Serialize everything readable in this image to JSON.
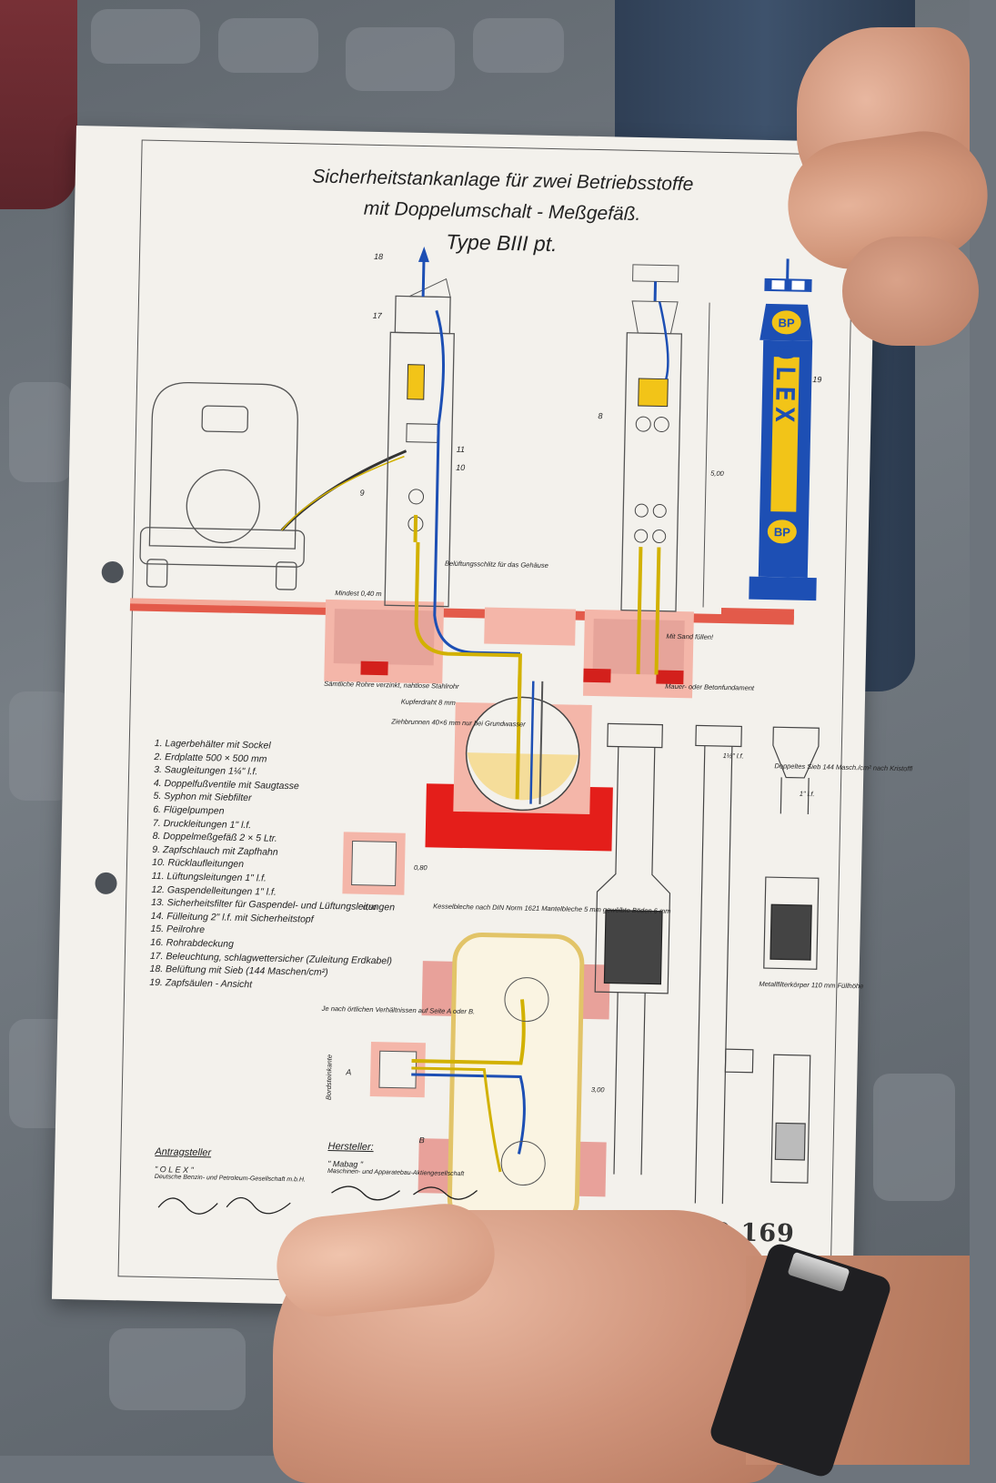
{
  "sheet": {
    "title_line1": "Sicherheitstankanlage für zwei Betriebsstoffe",
    "title_line2": "mit Doppelumschalt - Meßgefäß.",
    "title_line3": "Type BIII pt.",
    "serial_number": "R 70 169"
  },
  "pump_sign": {
    "brand_top": "BP",
    "brand_main": "OLEX",
    "brand_bottom": "BP",
    "colors": {
      "column": "#1d4fb4",
      "panel": "#f2c418",
      "text": "#1d4fb4"
    }
  },
  "legend": [
    "1. Lagerbehälter mit Sockel",
    "2. Erdplatte 500 × 500 mm",
    "3. Saugleitungen 1¼\" l.f.",
    "4. Doppelfußventile mit Saugtasse",
    "5. Syphon mit Siebfilter",
    "6. Flügelpumpen",
    "7. Druckleitungen 1\" l.f.",
    "8. Doppelmeßgefäß 2 × 5 Ltr.",
    "9. Zapfschlauch mit Zapfhahn",
    "10. Rücklaufleitungen",
    "11. Lüftungsleitungen 1\" l.f.",
    "12. Gaspendelleitungen 1\" l.f.",
    "13. Sicherheitsfilter für Gaspendel- und Lüftungsleitungen",
    "14. Fülleitung 2\" l.f. mit Sicherheitstopf",
    "15. Peilrohre",
    "16. Rohrabdeckung",
    "17. Beleuchtung, schlagwettersicher (Zuleitung Erdkabel)",
    "18. Belüftung mit Sieb (144 Maschen/cm²)",
    "19. Zapfsäulen - Ansicht"
  ],
  "annotations": {
    "vent_slots": "Belüftungsschlitz für das Gehäuse",
    "min_depth": "Mindest 0,40 m",
    "fill_sand": "Mit Sand füllen!",
    "foundation": "Mauer- oder Betonfundament",
    "pipes_note": "Sämtliche Rohre verzinkt, nahtlose Stahlrohr",
    "copper": "Kupferdraht 8 mm",
    "earth": "Ziehbrunnen 40×6 mm nur bei Grundwasser",
    "tank_note": "Kesselbleche nach DIN Norm 1621 Mantelbleche 5 mm gewölbte Böden 6 mm",
    "side_note": "Je nach örtlichen Verhältnissen auf Seite A oder B.",
    "filter_body": "Metallfilterkörper 110 mm Füllhöhe",
    "gas_pendel": "Doppeltes Sieb 144 Masch./cm² nach Kristoffl",
    "dim_150": "1½\" l.f.",
    "dim_1": "1\" l.f.",
    "dim_0_50": "0,50",
    "dim_0_80": "0,80",
    "dim_3_00": "3,00",
    "dim_5_00": "5,00",
    "label_A": "A",
    "label_B": "B",
    "road_edge": "Bordsteinkante"
  },
  "signatures": {
    "applicant_title": "Antragsteller",
    "applicant_name": "\" O L E X \"",
    "applicant_small": "Deutsche Benzin- und Petroleum-Gesellschaft m.b.H.",
    "maker_title": "Hersteller:",
    "maker_name": "\" Mabag \"",
    "maker_small": "Maschinen- und Apparatebau-Aktiengesellschaft"
  }
}
